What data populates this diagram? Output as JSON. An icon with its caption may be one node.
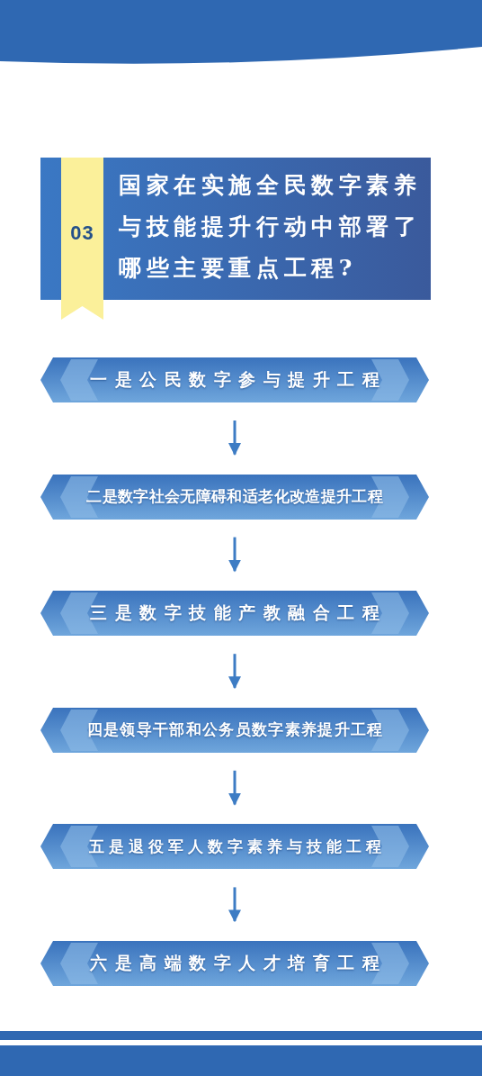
{
  "diagram": {
    "title": "国家在实施全民数字素养与技能提升行动中部署了哪些主要重点工程?",
    "nodes": [
      {
        "text": [
          "一是公民数字参与提升工程"
        ]
      },
      {
        "text": [
          "二是数字社会无障碍和适老化改造提升工程"
        ]
      },
      {
        "text": [
          "三是数字技能产教融合工程"
        ]
      },
      {
        "text": [
          "四是领导干部和公务员数字素养提升工程"
        ]
      },
      {
        "text": [
          "五是退役军人数字素养与技能工程"
        ]
      },
      {
        "text": [
          "六是高端数字人才培育工程"
        ]
      }
    ],
    "edges": [
      {
        "from": 0,
        "to": 1,
        "arrow": "to"
      },
      {
        "from": 1,
        "to": 2,
        "arrow": "to"
      },
      {
        "from": 2,
        "to": 3,
        "arrow": "to"
      },
      {
        "from": 3,
        "to": 4,
        "arrow": "to"
      },
      {
        "from": 4,
        "to": 5,
        "arrow": "to"
      }
    ],
    "labels": [
      "03"
    ]
  }
}
